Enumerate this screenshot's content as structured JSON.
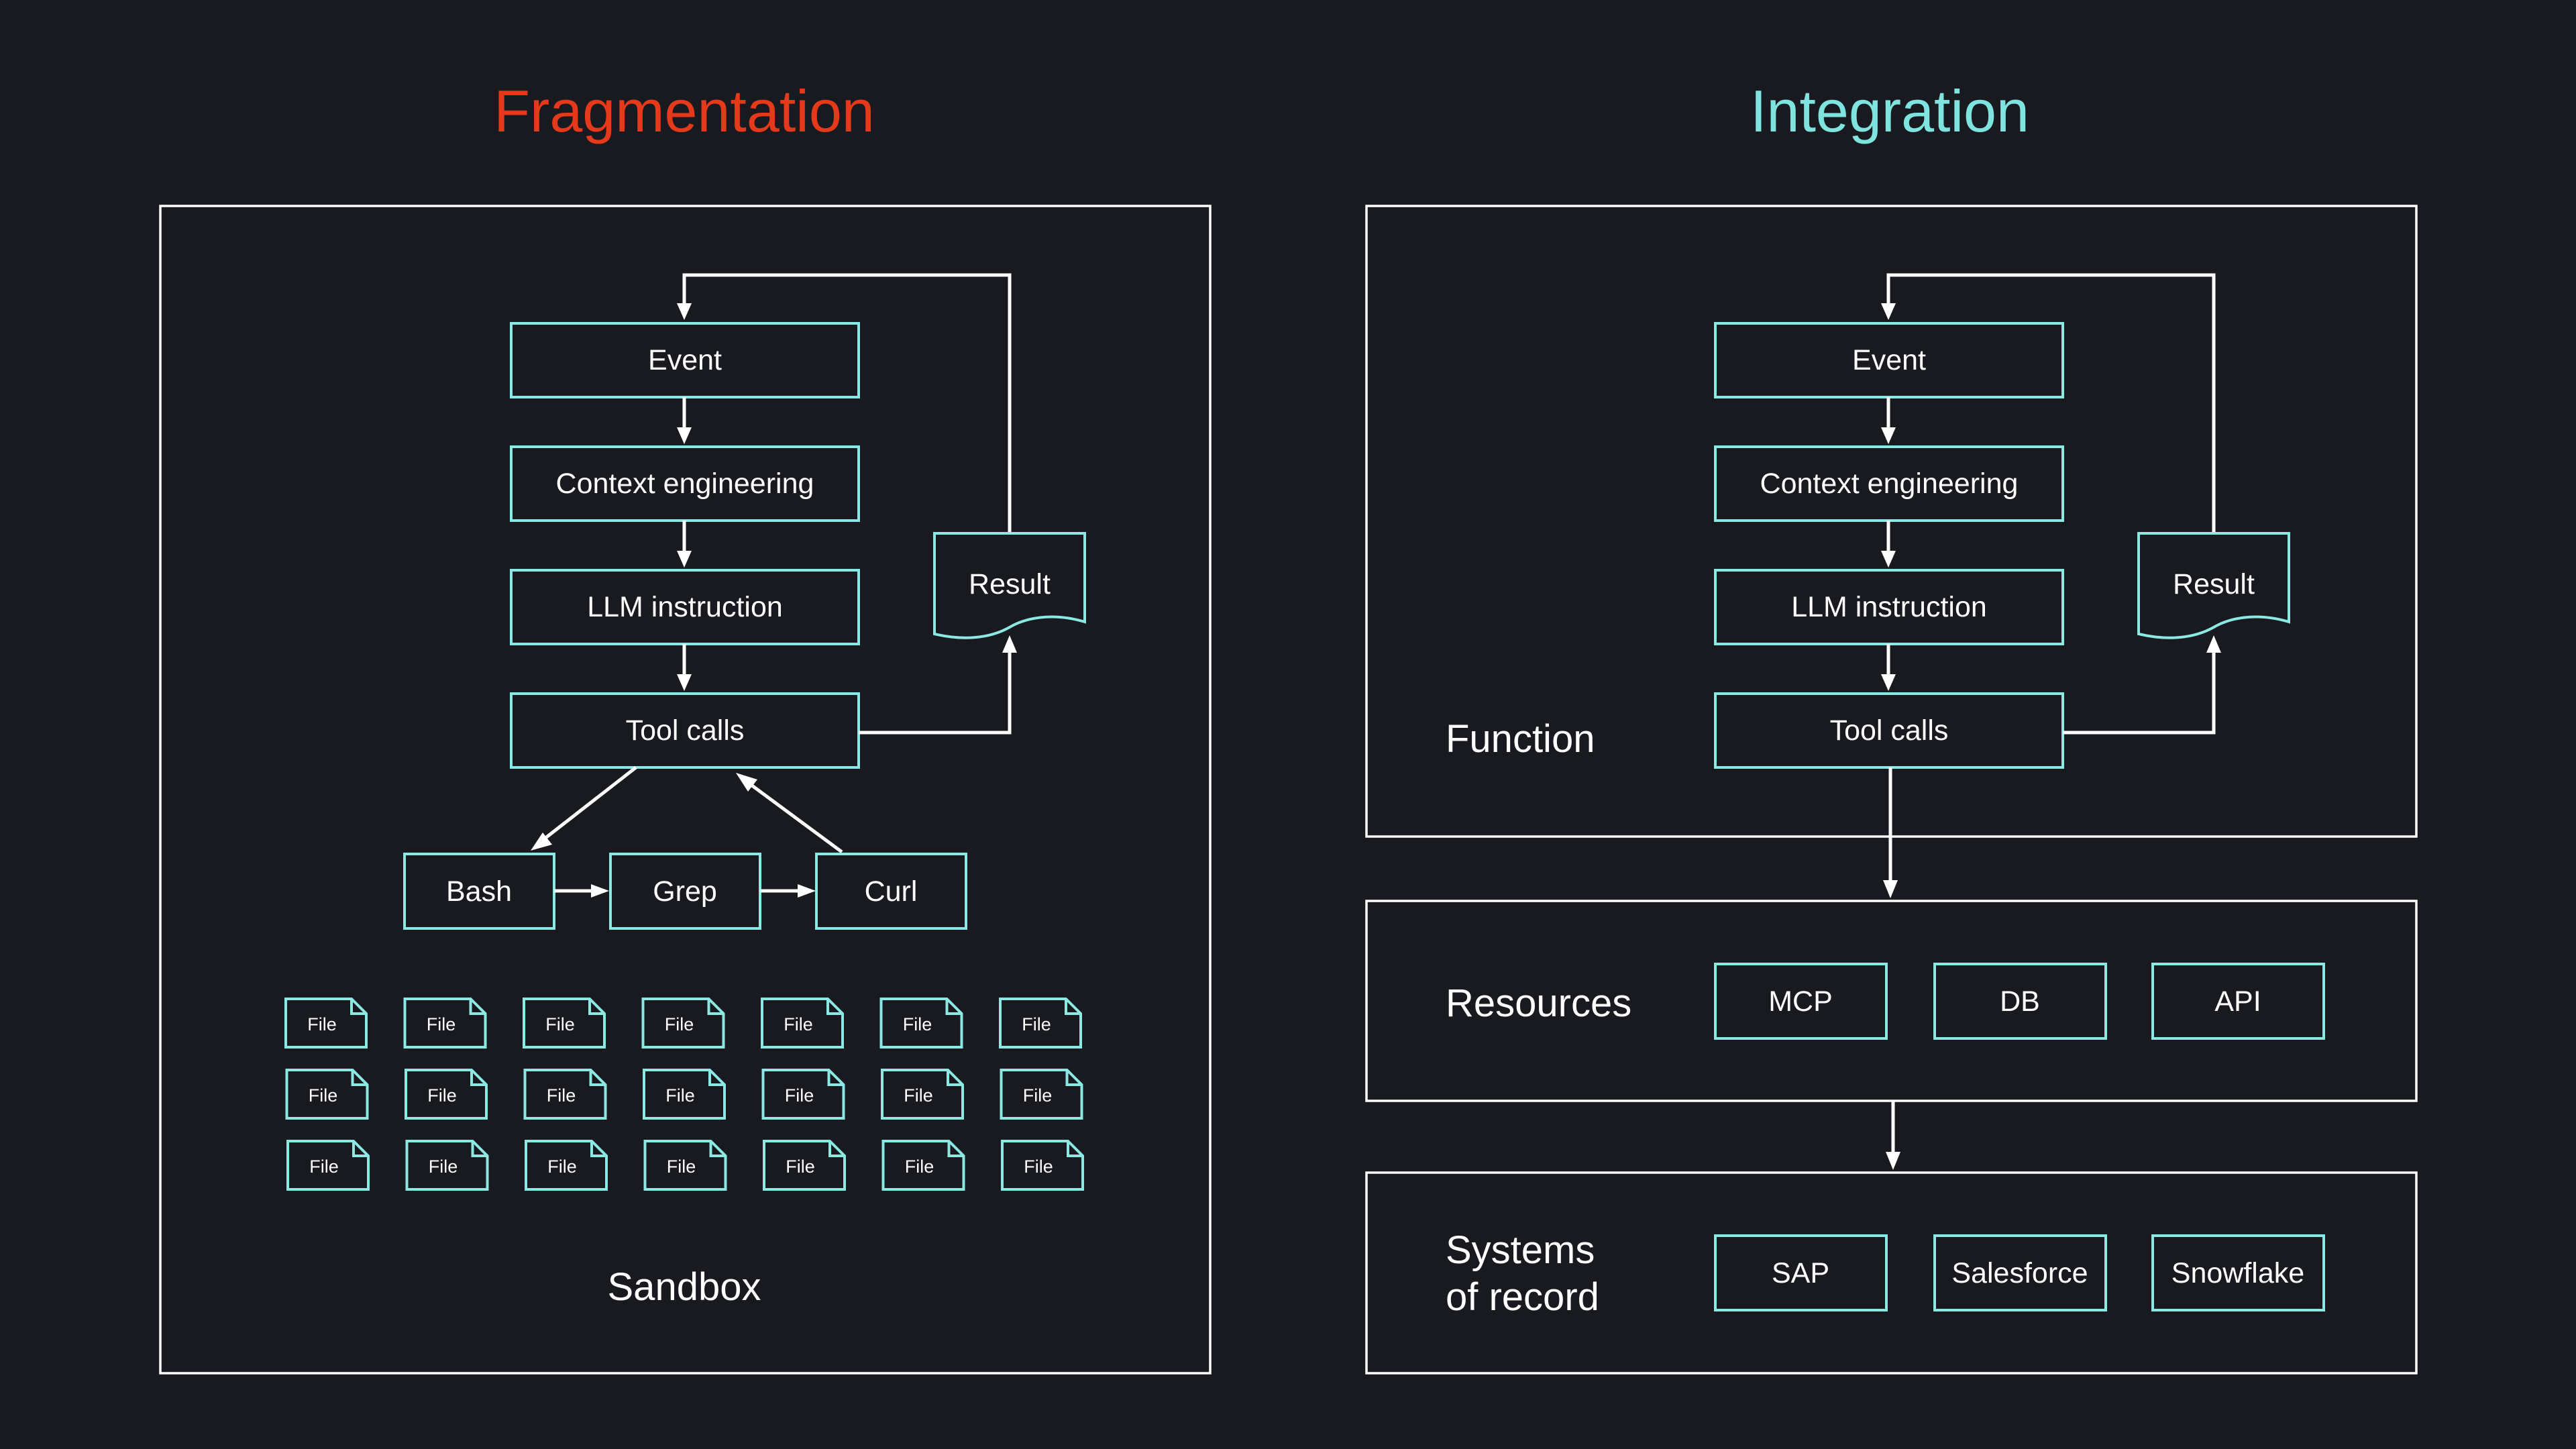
{
  "colors": {
    "background": "#181a1f",
    "fragmentation": "#e5391c",
    "integration": "#7fe3e0",
    "box_stroke": "#8be8e3",
    "frame": "#ffffff"
  },
  "fragmentation": {
    "title": "Fragmentation",
    "flow": {
      "event": "Event",
      "context": "Context engineering",
      "llm": "LLM instruction",
      "tools": "Tool calls",
      "result": "Result"
    },
    "tools": [
      "Bash",
      "Grep",
      "Curl"
    ],
    "file_label": "File",
    "file_rows": 3,
    "file_cols": 7,
    "sandbox_label": "Sandbox"
  },
  "integration": {
    "title": "Integration",
    "flow": {
      "event": "Event",
      "context": "Context engineering",
      "llm": "LLM instruction",
      "tools": "Tool calls",
      "result": "Result"
    },
    "function_label": "Function",
    "resources": {
      "label": "Resources",
      "items": [
        "MCP",
        "DB",
        "API"
      ]
    },
    "systems": {
      "label_line1": "Systems",
      "label_line2": "of record",
      "items": [
        "SAP",
        "Salesforce",
        "Snowflake"
      ]
    }
  }
}
